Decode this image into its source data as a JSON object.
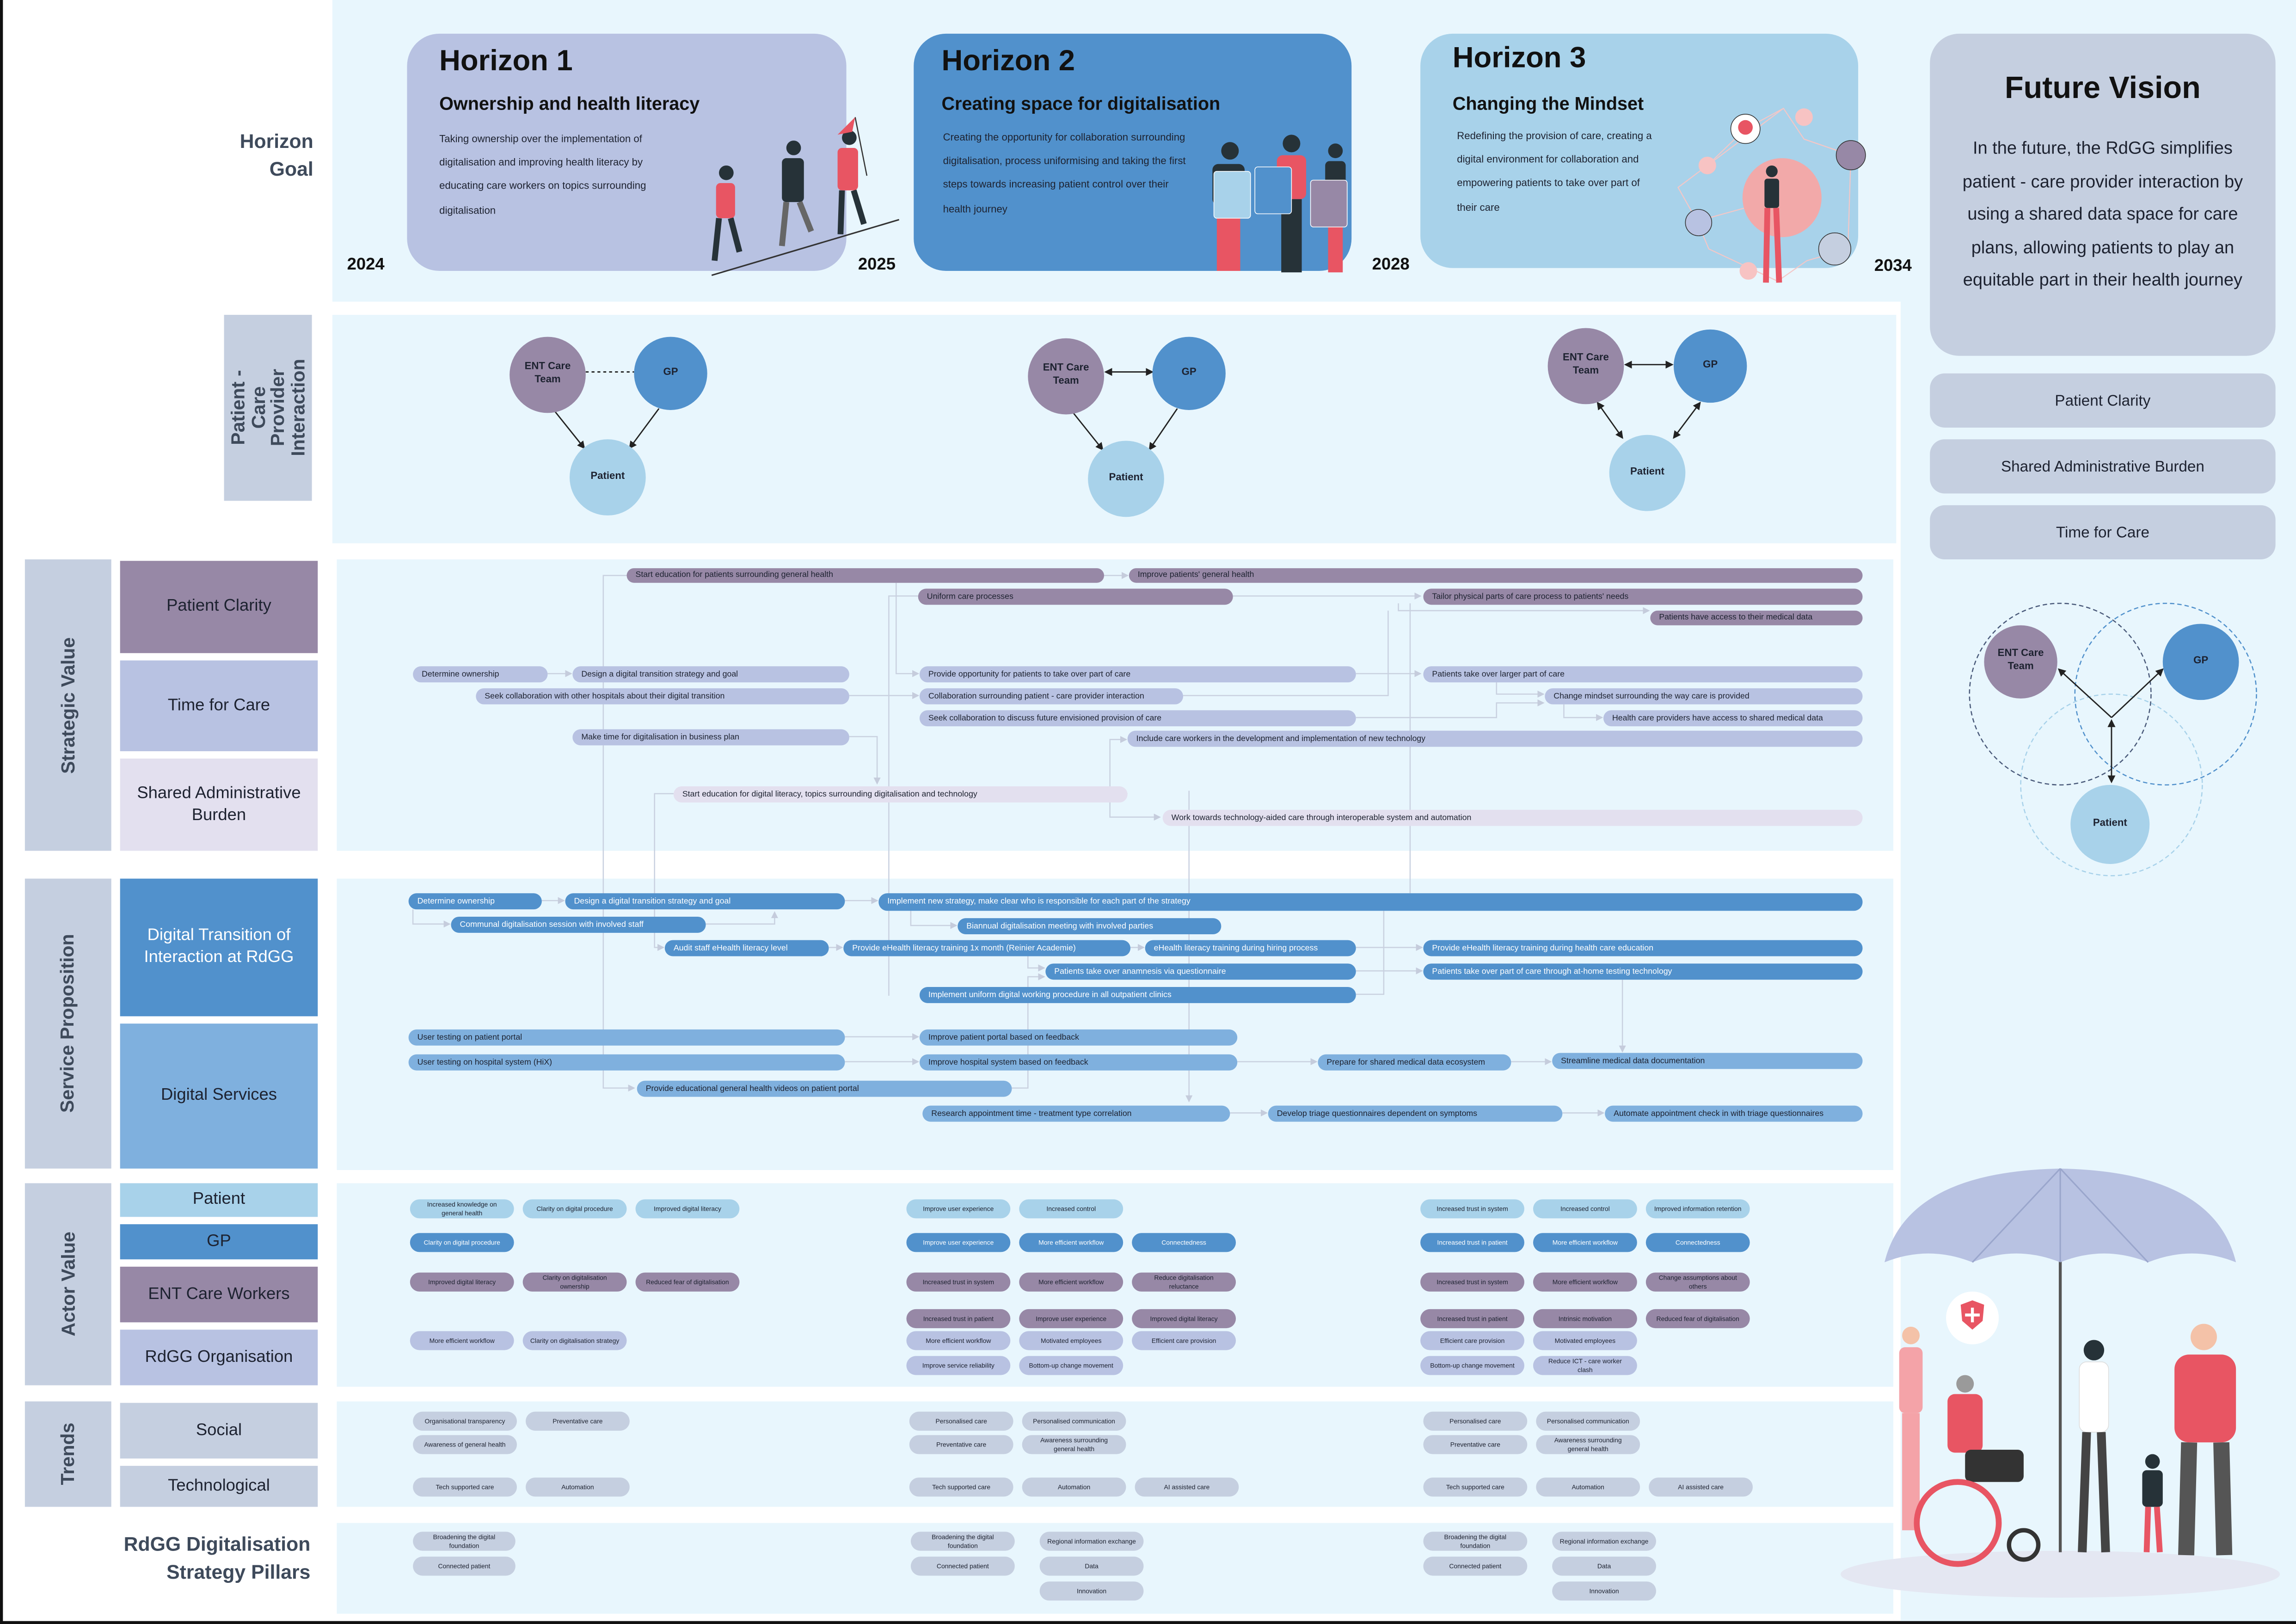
{
  "horizon_goal_label": "Horizon Goal",
  "years": [
    "2024",
    "2025",
    "2028",
    "2034"
  ],
  "horizons": [
    {
      "title": "Horizon 1",
      "subtitle": "Ownership and health literacy",
      "description": "Taking ownership over the implementation of digitalisation and improving health literacy by educating care workers on topics surrounding digitalisation"
    },
    {
      "title": "Horizon 2",
      "subtitle": "Creating space for digitalisation",
      "description": "Creating the opportunity for collaboration surrounding digitalisation, process uniformising and taking the first steps towards increasing patient control over their health journey"
    },
    {
      "title": "Horizon 3",
      "subtitle": "Changing the Mindset",
      "description": "Redefining the provision of care, creating a digital environment for collaboration and empowering patients to take over part of their care"
    }
  ],
  "future_vision": {
    "title": "Future Vision",
    "text": "In the future, the RdGG simplifies patient - care provider interaction by using a shared data space for care plans, allowing patients to play an equitable part in their health journey",
    "values": [
      "Patient Clarity",
      "Shared Administrative Burden",
      "Time for Care"
    ]
  },
  "interaction": {
    "label": "Patient - Care Provider Interaction",
    "nodes": {
      "ent": "ENT Care Team",
      "gp": "GP",
      "patient": "Patient"
    }
  },
  "strategic_value": {
    "label": "Strategic Value",
    "categories": [
      "Patient Clarity",
      "Time for Care",
      "Shared Administrative Burden"
    ],
    "items": [
      {
        "label": "Start education for patients surrounding general health",
        "category": "patient_clarity"
      },
      {
        "label": "Improve patients' general health",
        "category": "patient_clarity"
      },
      {
        "label": "Uniform care processes",
        "category": "patient_clarity"
      },
      {
        "label": "Tailor physical parts of care process to patients' needs",
        "category": "patient_clarity"
      },
      {
        "label": "Patients have access to their medical data",
        "category": "patient_clarity"
      },
      {
        "label": "Determine ownership",
        "category": "time_for_care"
      },
      {
        "label": "Design a digital transition strategy and goal",
        "category": "time_for_care"
      },
      {
        "label": "Seek collaboration with other hospitals about their digital transition",
        "category": "time_for_care"
      },
      {
        "label": "Provide opportunity for patients to take over part of care",
        "category": "time_for_care"
      },
      {
        "label": "Collaboration surrounding patient - care provider interaction",
        "category": "time_for_care"
      },
      {
        "label": "Seek collaboration to discuss  future envisioned provision of care",
        "category": "time_for_care"
      },
      {
        "label": "Patients take over larger part of care",
        "category": "time_for_care"
      },
      {
        "label": "Change mindset surrounding the way care is provided",
        "category": "time_for_care"
      },
      {
        "label": "Health care providers have access to shared medical data",
        "category": "time_for_care"
      },
      {
        "label": "Make time for digitalisation in business plan",
        "category": "time_for_care"
      },
      {
        "label": "Include care workers in the development and implementation of new technology",
        "category": "time_for_care"
      },
      {
        "label": "Start education for digital literacy, topics surrounding digitalisation and technology",
        "category": "shared_admin"
      },
      {
        "label": "Work towards technology-aided care through interoperable system and automation",
        "category": "shared_admin"
      }
    ]
  },
  "service_proposition": {
    "label": "Service Proposition",
    "categories": [
      "Digital Transition of Interaction at RdGG",
      "Digital Services"
    ],
    "items": [
      {
        "label": "Determine ownership",
        "category": "digital_transition"
      },
      {
        "label": "Design a digital transition strategy and goal",
        "category": "digital_transition"
      },
      {
        "label": "Implement new strategy, make clear who is responsible for each part of the strategy",
        "category": "digital_transition"
      },
      {
        "label": "Communal digitalisation session with involved staff",
        "category": "digital_transition"
      },
      {
        "label": "Biannual digitalisation meeting with involved parties",
        "category": "digital_transition"
      },
      {
        "label": "Audit staff eHealth literacy level",
        "category": "digital_transition"
      },
      {
        "label": "Provide eHealth literacy training 1x month (Reinier Academie)",
        "category": "digital_transition"
      },
      {
        "label": "eHealth literacy training during hiring process",
        "category": "digital_transition"
      },
      {
        "label": "Provide eHealth literacy training during health care education",
        "category": "digital_transition"
      },
      {
        "label": "Patients take over anamnesis via questionnaire",
        "category": "digital_transition"
      },
      {
        "label": "Patients take over part of care through at-home testing technology",
        "category": "digital_transition"
      },
      {
        "label": "Implement uniform digital working procedure in all outpatient clinics",
        "category": "digital_transition"
      },
      {
        "label": "User testing on patient portal",
        "category": "digital_services"
      },
      {
        "label": "Improve patient portal based on feedback",
        "category": "digital_services"
      },
      {
        "label": "User testing on hospital system (HiX)",
        "category": "digital_services"
      },
      {
        "label": "Improve hospital system based on feedback",
        "category": "digital_services"
      },
      {
        "label": "Prepare for shared medical data ecosystem",
        "category": "digital_services"
      },
      {
        "label": "Streamline medical data documentation",
        "category": "digital_services"
      },
      {
        "label": "Provide educational general health videos on patient portal",
        "category": "digital_services"
      },
      {
        "label": "Research appointment time - treatment type correlation",
        "category": "digital_services"
      },
      {
        "label": "Develop triage questionnaires dependent on symptoms",
        "category": "digital_services"
      },
      {
        "label": "Automate appointment check in with triage questionnaires",
        "category": "digital_services"
      }
    ]
  },
  "actor_value": {
    "label": "Actor Value",
    "actors": [
      "Patient",
      "GP",
      "ENT Care Workers",
      "RdGG Organisation"
    ],
    "horizons": [
      {
        "patient": [
          [
            "Increased knowledge on general health",
            "Clarity on digital procedure",
            "Improved digital literacy"
          ]
        ],
        "gp": [
          [
            "Clarity on digital procedure"
          ]
        ],
        "ent": [
          [
            "Improved digital literacy",
            "Clarity on digitalisation ownership",
            "Reduced fear of digitalisation"
          ]
        ],
        "rdgg": [
          [
            "More efficient workflow",
            "Clarity on digitalisation strategy"
          ]
        ]
      },
      {
        "patient": [
          [
            "Improve user experience",
            "Increased control"
          ]
        ],
        "gp": [
          [
            "Improve user experience",
            "More efficient workflow",
            "Connectedness"
          ]
        ],
        "ent": [
          [
            "Increased trust in system",
            "More efficient workflow",
            "Reduce digitalisation reluctance"
          ],
          [
            "Increased trust in patient",
            "Improve user experience",
            "Improved digital literacy"
          ]
        ],
        "rdgg": [
          [
            "More efficient workflow",
            "Motivated employees",
            "Efficient care provision"
          ],
          [
            "Improve service reliability",
            "Bottom-up change movement"
          ]
        ]
      },
      {
        "patient": [
          [
            "Increased trust in system",
            "Increased control",
            "Improved information retention"
          ]
        ],
        "gp": [
          [
            "Increased trust in patient",
            "More efficient workflow",
            "Connectedness"
          ]
        ],
        "ent": [
          [
            "Increased trust in system",
            "More efficient workflow",
            "Change assumptions about others"
          ],
          [
            "Increased trust in patient",
            "Intrinsic motivation",
            "Reduced fear of digitalisation"
          ]
        ],
        "rdgg": [
          [
            "Efficient care provision",
            "Motivated employees"
          ],
          [
            "Bottom-up change movement",
            "Reduce ICT - care worker clash"
          ]
        ]
      }
    ]
  },
  "trends": {
    "label": "Trends",
    "categories": [
      "Social",
      "Technological"
    ],
    "horizons": [
      {
        "social": [
          [
            "Organisational transparency",
            "Preventative care"
          ],
          [
            "Awareness of general health"
          ]
        ],
        "technological": [
          [
            "Tech supported care",
            "Automation"
          ]
        ]
      },
      {
        "social": [
          [
            "Personalised care",
            "Personalised communication"
          ],
          [
            "Preventative care",
            "Awareness surrounding general health"
          ]
        ],
        "technological": [
          [
            "Tech supported care",
            "Automation",
            "AI assisted care"
          ]
        ]
      },
      {
        "social": [
          [
            "Personalised care",
            "Personalised communication"
          ],
          [
            "Preventative care",
            "Awareness surrounding general health"
          ]
        ],
        "technological": [
          [
            "Tech supported care",
            "Automation",
            "AI assisted care"
          ]
        ]
      }
    ]
  },
  "pillars": {
    "label": "RdGG Digitalisation Strategy Pillars",
    "horizons": [
      [
        [
          "Broadening the digital foundation",
          "Connected patient"
        ]
      ],
      [
        [
          "Broadening the digital foundation",
          "Connected patient"
        ],
        [
          "Regional information exchange",
          "Data",
          "Innovation"
        ]
      ],
      [
        [
          "Broadening the digital foundation",
          "Connected patient"
        ],
        [
          "Regional information exchange",
          "Data",
          "Innovation"
        ]
      ]
    ]
  },
  "colors": {
    "patient_clarity": "#9788a6",
    "time_for_care": "#b8c2e2",
    "shared_admin": "#e3e0ef",
    "digital_transition": "#5191cc",
    "digital_services": "#7fb0de",
    "patient": "#a8d2ea",
    "label_grey": "#c5cfe0",
    "panel": "#e8f6fd"
  }
}
